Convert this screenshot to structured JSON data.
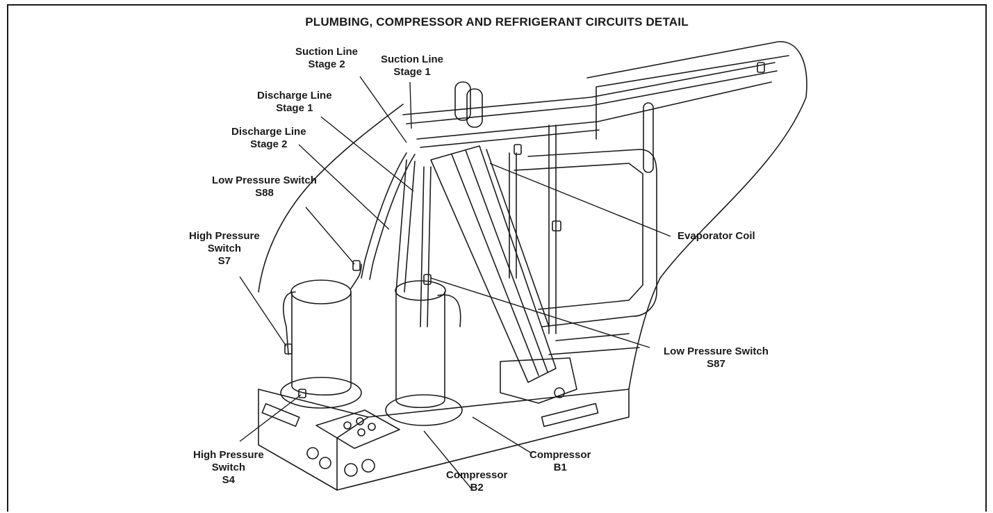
{
  "title": "PLUMBING, COMPRESSOR AND REFRIGERANT CIRCUITS DETAIL",
  "labels": {
    "suction_stage2": [
      "Suction Line",
      "Stage 2"
    ],
    "suction_stage1": [
      "Suction Line",
      "Stage 1"
    ],
    "discharge_stage1": [
      "Discharge Line",
      "Stage 1"
    ],
    "discharge_stage2": [
      "Discharge Line",
      "Stage 2"
    ],
    "low_pressure_s88": [
      "Low Pressure Switch",
      "S88"
    ],
    "high_pressure_s7": [
      "High Pressure",
      "Switch",
      "S7"
    ],
    "evaporator_coil": [
      "Evaporator Coil"
    ],
    "low_pressure_s87": [
      "Low Pressure Switch",
      "S87"
    ],
    "high_pressure_s4": [
      "High Pressure",
      "Switch",
      "S4"
    ],
    "compressor_b1": [
      "Compressor",
      "B1"
    ],
    "compressor_b2": [
      "Compressor",
      "B2"
    ]
  },
  "colors": {
    "line": "#1a1a1a",
    "background": "#ffffff"
  }
}
